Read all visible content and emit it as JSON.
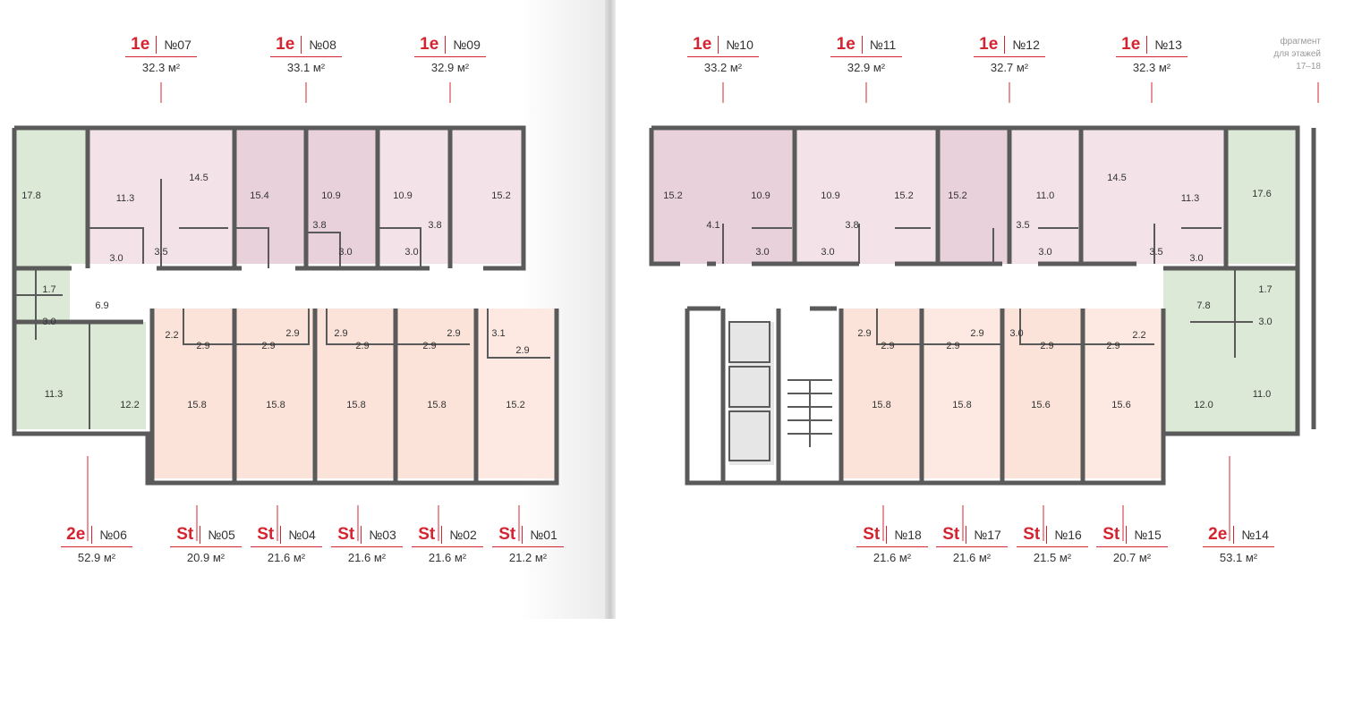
{
  "fragment_note": [
    "фрагмент",
    "для этажей",
    "17–18"
  ],
  "colors": {
    "accent": "#d4242f",
    "wall": "#5a5a5a",
    "one_room": "#f3e3e8",
    "one_room_dark": "#e8d1da",
    "two_room": "#dbe9d6",
    "studio": "#fbe3d9"
  },
  "apartments_top": [
    {
      "type": "1е",
      "num": "№07",
      "area": "32.3 м²"
    },
    {
      "type": "1е",
      "num": "№08",
      "area": "33.1 м²"
    },
    {
      "type": "1е",
      "num": "№09",
      "area": "32.9 м²"
    },
    {
      "type": "1е",
      "num": "№10",
      "area": "33.2 м²"
    },
    {
      "type": "1е",
      "num": "№11",
      "area": "32.9 м²"
    },
    {
      "type": "1е",
      "num": "№12",
      "area": "32.7 м²"
    },
    {
      "type": "1е",
      "num": "№13",
      "area": "32.3 м²"
    }
  ],
  "apartments_bottom": [
    {
      "type": "2е",
      "num": "№06",
      "area": "52.9 м²"
    },
    {
      "type": "St",
      "num": "№05",
      "area": "20.9 м²"
    },
    {
      "type": "St",
      "num": "№04",
      "area": "21.6 м²"
    },
    {
      "type": "St",
      "num": "№03",
      "area": "21.6 м²"
    },
    {
      "type": "St",
      "num": "№02",
      "area": "21.6 м²"
    },
    {
      "type": "St",
      "num": "№01",
      "area": "21.2 м²"
    },
    {
      "type": "St",
      "num": "№18",
      "area": "21.6 м²"
    },
    {
      "type": "St",
      "num": "№17",
      "area": "21.6 м²"
    },
    {
      "type": "St",
      "num": "№16",
      "area": "21.5 м²"
    },
    {
      "type": "St",
      "num": "№15",
      "area": "20.7 м²"
    },
    {
      "type": "2е",
      "num": "№14",
      "area": "53.1 м²"
    }
  ],
  "rooms": [
    "17.8",
    "11.3",
    "14.5",
    "15.4",
    "10.9",
    "10.9",
    "15.2",
    "3.0",
    "3.5",
    "3.8",
    "3.0",
    "3.8",
    "3.0",
    "1.7",
    "6.9",
    "3.0",
    "11.3",
    "12.2",
    "2.2",
    "2.9",
    "2.9",
    "2.9",
    "2.9",
    "2.9",
    "2.9",
    "2.9",
    "3.1",
    "2.9",
    "15.8",
    "15.8",
    "15.8",
    "15.8",
    "15.2",
    "15.2",
    "10.9",
    "10.9",
    "15.2",
    "15.2",
    "11.0",
    "14.5",
    "11.3",
    "17.6",
    "4.1",
    "3.0",
    "3.0",
    "3.8",
    "3.5",
    "3.0",
    "3.5",
    "3.0",
    "1.7",
    "7.8",
    "3.0",
    "2.9",
    "2.9",
    "2.9",
    "2.9",
    "3.0",
    "2.9",
    "2.9",
    "2.2",
    "15.8",
    "15.8",
    "15.6",
    "15.6",
    "12.0",
    "11.0"
  ]
}
